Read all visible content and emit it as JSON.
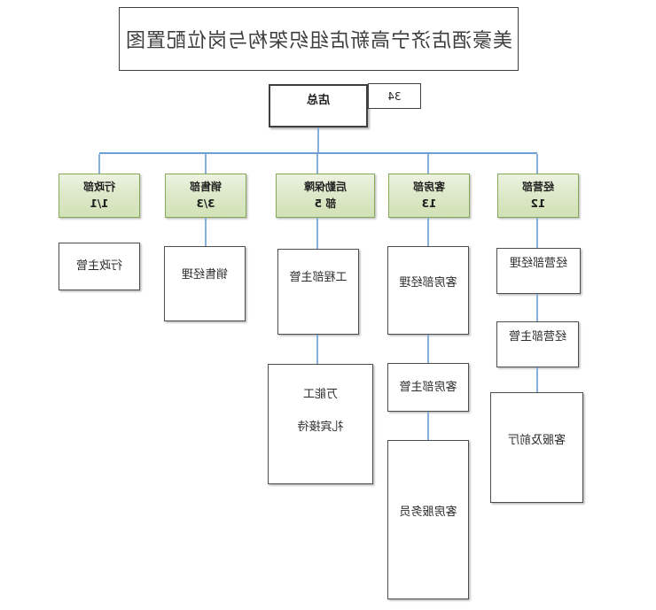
{
  "title": "美豪酒店济宁高新店组织架构与岗位配置图",
  "root": {
    "label": "店总",
    "headcount": "34"
  },
  "departments": [
    {
      "name": "经营部",
      "line1": "经营部",
      "line2": "12",
      "children": [
        {
          "label": "经营部经理"
        },
        {
          "label": "经营部主管"
        },
        {
          "label": "客服及前厅"
        }
      ]
    },
    {
      "name": "客房部",
      "line1": "客房部",
      "line2": "13",
      "children": [
        {
          "label": "客房部经理"
        },
        {
          "label": "客房部主管"
        },
        {
          "label": "客房服务员"
        }
      ]
    },
    {
      "name": "后勤保障部",
      "line1": "后勤保障",
      "line2": "部 5",
      "children": [
        {
          "label": "工程部主管"
        },
        {
          "line1": "万能工",
          "line2": "礼宾接待"
        }
      ]
    },
    {
      "name": "销售部",
      "line1": "销售部",
      "line2": "3/3",
      "children": [
        {
          "label": "销售经理"
        }
      ]
    },
    {
      "name": "行政部",
      "line1": "行政部",
      "line2": "1/1",
      "children": [
        {
          "label": "行政主管"
        }
      ]
    }
  ],
  "colors": {
    "connector_blue": "#6f9ed3",
    "dept_fill": "#d7e4bc",
    "dept_border": "#85a958"
  }
}
